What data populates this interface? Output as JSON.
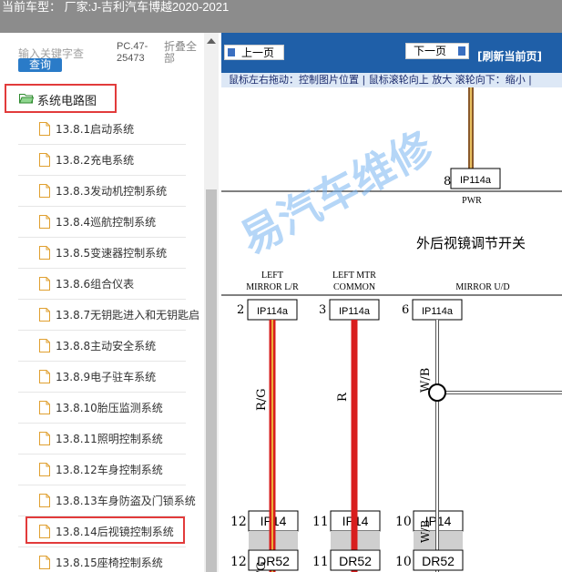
{
  "header": {
    "title": "当前车型：  厂家:J-吉利汽车博越2020-2021"
  },
  "sidebar": {
    "search_placeholder": "输入关键字查",
    "search_button": "查询",
    "pc_id": "PC.47-25473",
    "collapse_all": "折叠全部",
    "root": "系统电路图",
    "items": [
      {
        "label": "13.8.1启动系统"
      },
      {
        "label": "13.8.2充电系统"
      },
      {
        "label": "13.8.3发动机控制系统"
      },
      {
        "label": "13.8.4巡航控制系统"
      },
      {
        "label": "13.8.5变速器控制系统"
      },
      {
        "label": "13.8.6组合仪表"
      },
      {
        "label": "13.8.7无钥匙进入和无钥匙启"
      },
      {
        "label": "13.8.8主动安全系统"
      },
      {
        "label": "13.8.9电子驻车系统"
      },
      {
        "label": "13.8.10胎压监测系统"
      },
      {
        "label": "13.8.11照明控制系统"
      },
      {
        "label": "13.8.12车身控制系统"
      },
      {
        "label": "13.8.13车身防盗及门锁系统"
      },
      {
        "label": "13.8.14后视镜控制系统"
      },
      {
        "label": "13.8.15座椅控制系统"
      }
    ]
  },
  "viewer": {
    "prev": "上一页",
    "next": "下一页",
    "refresh": "[刷新当前页]",
    "hint": "鼠标左右拖动：控制图片位置 | 鼠标滚轮向上 放大  滚轮向下：缩小 |"
  },
  "diagram": {
    "watermark": "易汽车维修",
    "pin_top": "8",
    "conn_top": "IP114a",
    "pwr": "PWR",
    "switch_title": "外后视镜调节开关",
    "col1_label1": "LEFT",
    "col1_label2": "MIRROR L/R",
    "col2_label1": "LEFT MTR",
    "col2_label2": "COMMON",
    "col3_label": "MIRROR U/D",
    "pins": [
      "2",
      "3",
      "6"
    ],
    "conn": "IP114a",
    "wire1": "R/G",
    "wire2": "R",
    "wire3": "W/B",
    "mid_pins": [
      "12",
      "11",
      "10"
    ],
    "mid_conn": "IP14",
    "low_pins": [
      "12",
      "11",
      "10"
    ],
    "low_conn": "DR52",
    "wire3_lower": "W/B",
    "wire1_bottom": "R/G"
  },
  "colors": {
    "nav_blue": "#1f5fa8",
    "highlight_red": "#e23b3b",
    "wire_red": "#d81e1e",
    "wire_yellow": "#f0e040"
  }
}
